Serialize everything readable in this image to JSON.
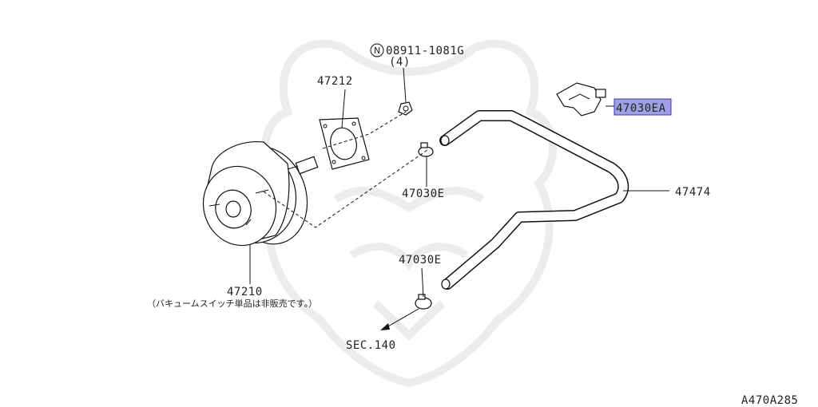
{
  "diagram": {
    "labels": {
      "nut_part": "08911-1081G",
      "nut_qty": "(4)",
      "nut_symbol": "N",
      "gasket": "47212",
      "clip_top": "47030EA",
      "hose": "47474",
      "clamp_upper": "47030E",
      "clamp_lower": "47030E",
      "booster": "47210",
      "booster_note": "（バキュームスイッチ単品は非販売です。）",
      "section_ref": "SEC.140",
      "figure_code": "A470A285"
    },
    "colors": {
      "highlight_fill": "#9f9fe6",
      "highlight_border": "#3a3aa0",
      "line": "#111111",
      "watermark": "#ececec"
    }
  }
}
